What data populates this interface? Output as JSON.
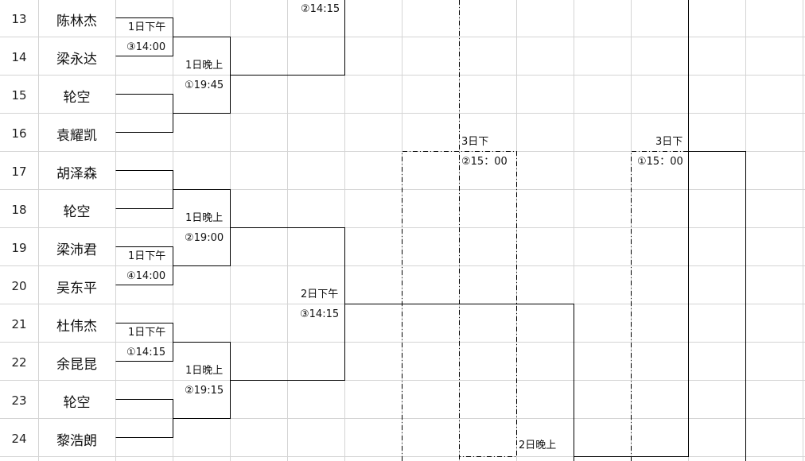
{
  "rows": [
    {
      "num": "13",
      "name": "陈林杰"
    },
    {
      "num": "14",
      "name": "梁永达"
    },
    {
      "num": "15",
      "name": "轮空"
    },
    {
      "num": "16",
      "name": "袁耀凯"
    },
    {
      "num": "17",
      "name": "胡泽森"
    },
    {
      "num": "18",
      "name": "轮空"
    },
    {
      "num": "19",
      "name": "梁沛君"
    },
    {
      "num": "20",
      "name": "吴东平"
    },
    {
      "num": "21",
      "name": "杜伟杰"
    },
    {
      "num": "22",
      "name": "余昆昆"
    },
    {
      "num": "23",
      "name": "轮空"
    },
    {
      "num": "24",
      "name": "黎浩朗"
    }
  ],
  "notes": {
    "n1": "②14:15",
    "n2": "1日下午",
    "n3": "③14:00",
    "n4": "1日晚上",
    "n5": "①19:45",
    "n6": "3日下",
    "n7": "②15：00",
    "n8": "3日下",
    "n9": "①15：00",
    "n10": "1日晚上",
    "n11": "②19:00",
    "n12": "1日下午",
    "n13": "④14:00",
    "n14": "2日下午",
    "n15": "③14:15",
    "n16": "1日下午",
    "n17": "①14:15",
    "n18": "1日晚上",
    "n19": "②19:15",
    "n20": "2日晚上"
  }
}
